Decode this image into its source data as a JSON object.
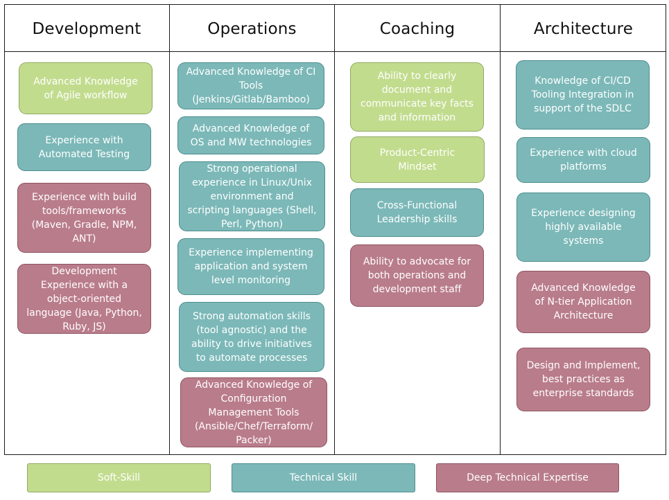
{
  "columns": [
    {
      "title": "Development",
      "cards": [
        {
          "text": "Advanced Knowledge\nof Agile workflow",
          "type": "soft"
        },
        {
          "text": "Experience with\nAutomated Testing",
          "type": "tech"
        },
        {
          "text": "Experience with build\ntools/frameworks\n(Maven, Gradle, NPM,\nANT)",
          "type": "deep"
        },
        {
          "text": "Development\nExperience with a\nobject-oriented\nlanguage (Java, Python,\nRuby, JS)",
          "type": "deep"
        }
      ]
    },
    {
      "title": "Operations",
      "cards": [
        {
          "text": "Advanced Knowledge of CI\nTools\n(Jenkins/Gitlab/Bamboo)",
          "type": "tech"
        },
        {
          "text": "Advanced Knowledge of\nOS and MW technologies",
          "type": "tech"
        },
        {
          "text": "Strong operational\nexperience in Linux/Unix\nenvironment and\nscripting languages (Shell,\nPerl, Python)",
          "type": "tech"
        },
        {
          "text": "Experience implementing\napplication and system\nlevel monitoring",
          "type": "tech"
        },
        {
          "text": "Strong automation skills\n(tool agnostic) and the\nability to drive initiatives\nto automate processes",
          "type": "tech"
        },
        {
          "text": "Advanced Knowledge of\nConfiguration\nManagement Tools\n(Ansible/Chef/Terraform/\nPacker)",
          "type": "deep"
        }
      ]
    },
    {
      "title": "Coaching",
      "cards": [
        {
          "text": "Ability to clearly\ndocument and\ncommunicate key facts\nand information",
          "type": "soft"
        },
        {
          "text": "Product-Centric\nMindset",
          "type": "soft"
        },
        {
          "text": "Cross-Functional\nLeadership skills",
          "type": "tech"
        },
        {
          "text": "Ability to advocate for\nboth operations and\ndevelopment staff",
          "type": "deep"
        }
      ]
    },
    {
      "title": "Architecture",
      "cards": [
        {
          "text": "Knowledge of CI/CD\nTooling Integration in\nsupport of the SDLC",
          "type": "tech"
        },
        {
          "text": "Experience with cloud\nplatforms",
          "type": "tech"
        },
        {
          "text": "Experience designing\nhighly available\nsystems",
          "type": "tech"
        },
        {
          "text": "Advanced Knowledge\nof N-tier Application\nArchitecture",
          "type": "deep"
        },
        {
          "text": "Design and Implement,\nbest practices as\nenterprise standards",
          "type": "deep"
        }
      ]
    }
  ],
  "legend": [
    {
      "label": "Soft-Skill",
      "type": "soft"
    },
    {
      "label": "Technical Skill",
      "type": "tech"
    },
    {
      "label": "Deep Technical Expertise",
      "type": "deep"
    }
  ],
  "colors": {
    "soft": "#c2dc8e",
    "tech": "#7cb8b8",
    "deep": "#b97c8b"
  }
}
